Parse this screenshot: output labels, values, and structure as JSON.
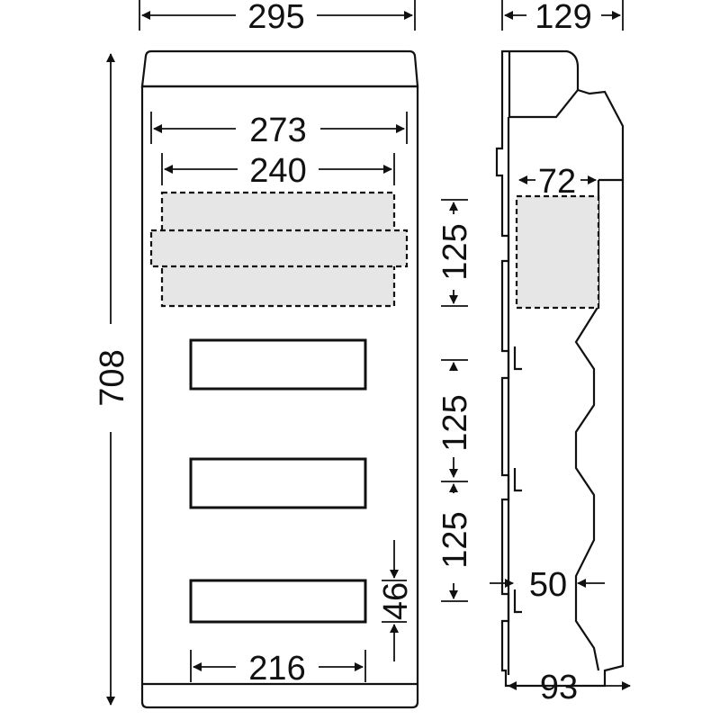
{
  "dimensions": {
    "overall_width": "295",
    "depth": "129",
    "inner_width": "273",
    "mounting_width": "240",
    "height": "708",
    "module_depth": "72",
    "row_pitch_1": "125",
    "row_pitch_2": "125",
    "row_pitch_3": "125",
    "window_height": "46",
    "window_width": "216",
    "rail_offset": "50",
    "base_depth": "93"
  }
}
